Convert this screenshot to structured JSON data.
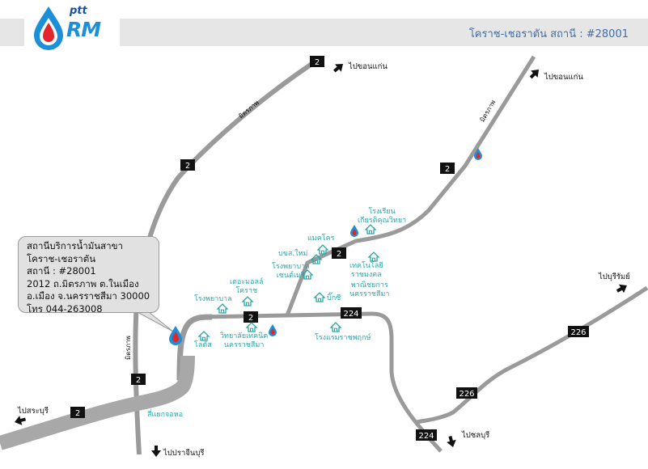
{
  "header": {
    "logo_small": "ptt",
    "logo_big": "RM",
    "title": "โคราช-เชอราตัน  สถานี : #28001"
  },
  "info_box": {
    "lines": [
      "สถานีบริการน้ำมันสาขา",
      "โคราช-เชอราตัน",
      "สถานี  : #28001",
      "2012  ถ.มิตรภาพ ต.ในเมือง",
      "อ.เมือง จ.นครราชสีมา 30000",
      "โทร 044-263008"
    ]
  },
  "routes": {
    "r2": "2",
    "r224": "224",
    "r226": "226"
  },
  "road_names": {
    "mittraphap": "มิตรภาพ"
  },
  "directions": {
    "khon_kaen_1": "ไปขอนแก่น",
    "khon_kaen_2": "ไปขอนแก่น",
    "buriram": "ไปบุรีรัมย์",
    "saraburi": "ไปสระบุรี",
    "prachinburi": "ไปปราจีนบุรี",
    "chonburi": "ไปชลบุรี"
  },
  "places": {
    "intersection": "สี่แยกจอหอ",
    "school": [
      "โรงเรียน",
      "เกียรติคุณวิทยา"
    ],
    "makro": "แมคโคร",
    "bks": "บขส.ใหม่",
    "hospital_b": [
      "โรงพยาบาล",
      "เซนต์เมรี่"
    ],
    "tech_rmu": [
      "เทคโนโลยี",
      "ราชมงคล"
    ],
    "commerce": [
      "พาณิชยการ",
      "นครราชสีมา"
    ],
    "mall": [
      "เดอะมอลล์",
      "โคราช"
    ],
    "hospital_a": "โรงพยาบาล",
    "bigc": "บิ๊กซี",
    "lotus": "โลตัส",
    "tech_college": [
      "วิทยาลัยเทคนิค",
      "นครราชสีมา"
    ],
    "hotel": "โรงแรมราชพฤกษ์"
  },
  "colors": {
    "road": "#9a9a9a",
    "route_shield": "#111111",
    "poi_text": "#2aa6a8",
    "header_bg": "#e6e6e6",
    "header_text": "#3d6fa8",
    "info_bg": "#e1e1e1",
    "ptt_blue": "#1b8fd8",
    "ptt_red": "#e3262b"
  }
}
